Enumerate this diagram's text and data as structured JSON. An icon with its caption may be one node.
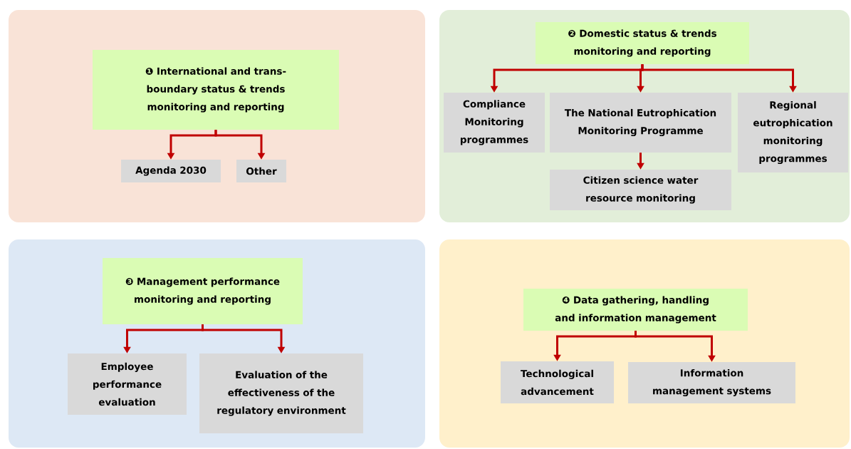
{
  "diagram": {
    "nodes": [
      {
        "text": [],
        "shape": "box"
      },
      {
        "text": [
          "❶ International and trans- boundary status & trends monitoring and reporting"
        ],
        "in": 0
      },
      {
        "text": [
          "Agenda 2030"
        ],
        "in": 0
      },
      {
        "text": [
          "Other"
        ],
        "in": 0
      },
      {
        "text": [],
        "shape": "box"
      },
      {
        "text": [
          "❷ Domestic status & trends monitoring and reporting"
        ],
        "in": 4
      },
      {
        "text": [
          "Compliance Monitoring programmes"
        ],
        "in": 4
      },
      {
        "text": [
          "The National Eutrophication Monitoring Programme"
        ],
        "in": 4
      },
      {
        "text": [
          "Citizen science water resource monitoring"
        ],
        "in": 4
      },
      {
        "text": [
          "Regional eutrophication monitoring programmes"
        ],
        "in": 4
      },
      {
        "text": [],
        "shape": "box"
      },
      {
        "text": [
          "❸ Management performance monitoring and reporting"
        ],
        "in": 10
      },
      {
        "text": [
          "Employee performance evaluation"
        ],
        "in": 10
      },
      {
        "text": [
          "Evaluation of the effectiveness of the regulatory environment"
        ],
        "in": 10
      },
      {
        "text": [],
        "shape": "box"
      },
      {
        "text": [
          "❹ Data gathering, handling and information management"
        ],
        "in": 14
      },
      {
        "text": [
          "Technological advancement"
        ],
        "in": 14
      },
      {
        "text": [
          "Information management systems"
        ],
        "in": 14
      }
    ],
    "edges": [
      {
        "from": 1,
        "to": 2,
        "arrow": "to"
      },
      {
        "from": 1,
        "to": 3,
        "arrow": "to"
      },
      {
        "from": 5,
        "to": 6,
        "arrow": "to"
      },
      {
        "from": 5,
        "to": 7,
        "arrow": "to"
      },
      {
        "from": 5,
        "to": 9,
        "arrow": "to"
      },
      {
        "from": 7,
        "to": 8,
        "arrow": "to"
      },
      {
        "from": 11,
        "to": 12,
        "arrow": "to"
      },
      {
        "from": 11,
        "to": 13,
        "arrow": "to"
      },
      {
        "from": 15,
        "to": 16,
        "arrow": "to"
      },
      {
        "from": 15,
        "to": 17,
        "arrow": "to"
      }
    ]
  }
}
